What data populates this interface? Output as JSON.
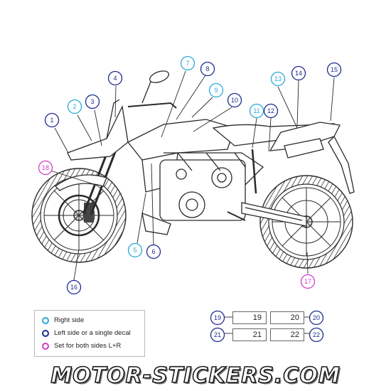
{
  "colors": {
    "right_side": "#2aa9d8",
    "left_side": "#1d2c8f",
    "both_sides": "#d23cc8",
    "line": "#2a2a2a"
  },
  "callouts": [
    {
      "id": "1",
      "label": "1",
      "group": "left"
    },
    {
      "id": "2",
      "label": "2",
      "group": "right"
    },
    {
      "id": "3",
      "label": "3",
      "group": "left"
    },
    {
      "id": "4",
      "label": "4",
      "group": "left"
    },
    {
      "id": "5",
      "label": "5",
      "group": "right"
    },
    {
      "id": "6",
      "label": "6",
      "group": "left"
    },
    {
      "id": "7",
      "label": "7",
      "group": "right"
    },
    {
      "id": "8",
      "label": "8",
      "group": "left"
    },
    {
      "id": "9",
      "label": "9",
      "group": "right"
    },
    {
      "id": "10",
      "label": "10",
      "group": "left"
    },
    {
      "id": "11",
      "label": "11",
      "group": "right"
    },
    {
      "id": "12",
      "label": "12",
      "group": "left"
    },
    {
      "id": "13",
      "label": "13",
      "group": "right"
    },
    {
      "id": "14",
      "label": "14",
      "group": "left"
    },
    {
      "id": "15",
      "label": "15",
      "group": "left"
    },
    {
      "id": "16",
      "label": "16",
      "group": "left"
    },
    {
      "id": "17",
      "label": "17",
      "group": "both"
    },
    {
      "id": "18",
      "label": "18",
      "group": "both"
    },
    {
      "id": "19",
      "label": "19",
      "group": "left"
    },
    {
      "id": "20",
      "label": "20",
      "group": "left"
    },
    {
      "id": "21",
      "label": "21",
      "group": "left"
    },
    {
      "id": "22",
      "label": "22",
      "group": "left"
    }
  ],
  "legend": {
    "right_side": "Right side",
    "left_side": "Left side or a single decal",
    "both_sides": "Set for both sides L+R"
  },
  "boxes": {
    "b19": "19",
    "b20": "20",
    "b21": "21",
    "b22": "22"
  },
  "brand": "MOTOR-STICKERS.COM"
}
